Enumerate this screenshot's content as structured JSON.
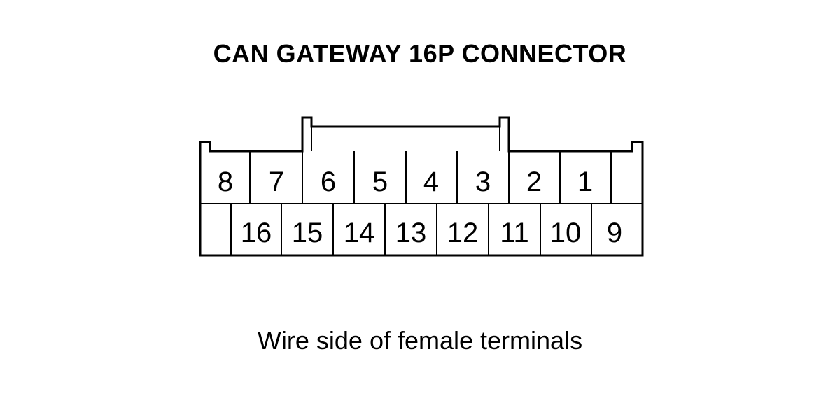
{
  "title": "CAN GATEWAY 16P CONNECTOR",
  "caption": "Wire side of female terminals",
  "connector": {
    "top_row": [
      "8",
      "7",
      "6",
      "5",
      "4",
      "3",
      "2",
      "1"
    ],
    "bottom_row": [
      "16",
      "15",
      "14",
      "13",
      "12",
      "11",
      "10",
      "9"
    ]
  }
}
